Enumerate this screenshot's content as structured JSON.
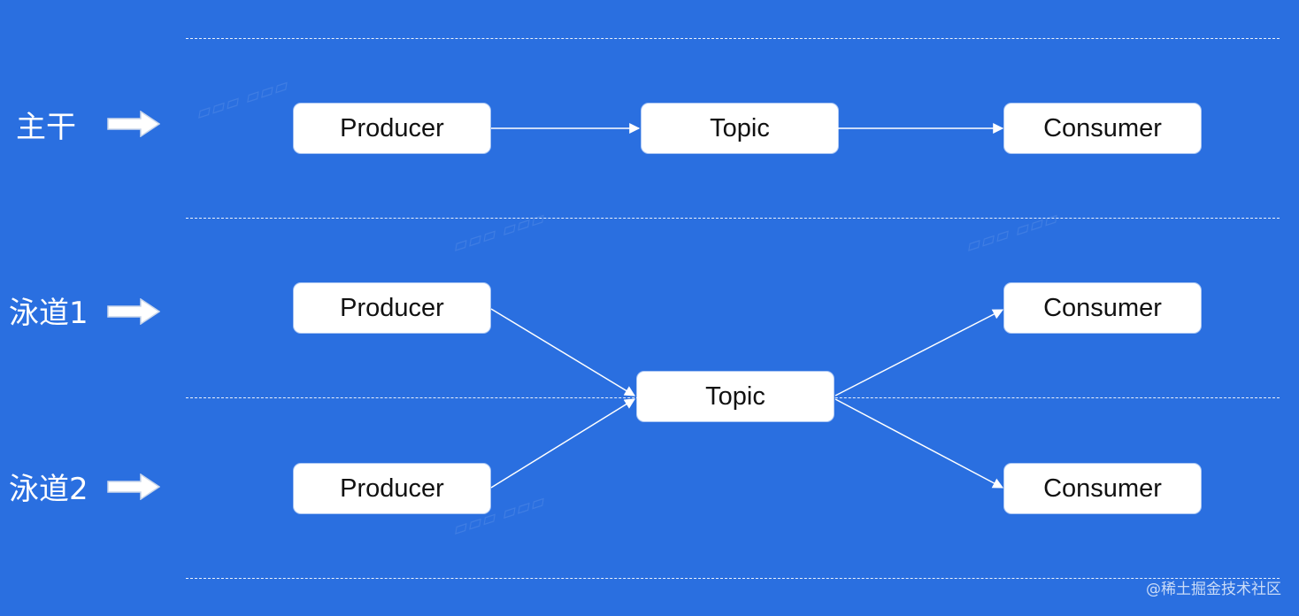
{
  "lanes": {
    "trunk": {
      "label": "主干"
    },
    "lane1": {
      "label": "泳道1"
    },
    "lane2": {
      "label": "泳道2"
    }
  },
  "trunk": {
    "producer": "Producer",
    "topic": "Topic",
    "consumer": "Consumer"
  },
  "swimlanes": {
    "producer_1": "Producer",
    "producer_2": "Producer",
    "topic": "Topic",
    "consumer_1": "Consumer",
    "consumer_2": "Consumer"
  },
  "credit": "@稀土掘金技术社区",
  "colors": {
    "background": "#2a6fe0",
    "node_fill": "#ffffff",
    "line": "#ffffff"
  }
}
